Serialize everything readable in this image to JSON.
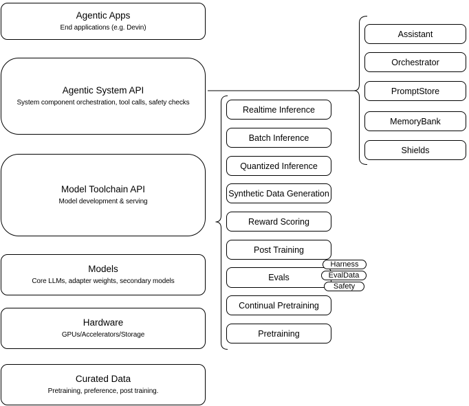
{
  "colors": {
    "stroke": "#000000",
    "node_fill": "#ffffff",
    "text": "#000000",
    "background": "#ffffff"
  },
  "stack": {
    "items": [
      {
        "title": "Agentic Apps",
        "subtitle": "End applications (e.g. Devin)"
      },
      {
        "title": "Agentic System API",
        "subtitle": "System component orchestration, tool calls, safety checks"
      },
      {
        "title": "Model Toolchain API",
        "subtitle": "Model development & serving"
      },
      {
        "title": "Models",
        "subtitle": "Core LLMs, adapter weights, secondary models"
      },
      {
        "title": "Hardware",
        "subtitle": "GPUs/Accelerators/Storage"
      },
      {
        "title": "Curated Data",
        "subtitle": "Pretraining, preference, post training."
      }
    ]
  },
  "toolchain_services": {
    "items": [
      {
        "label": "Realtime Inference"
      },
      {
        "label": "Batch Inference"
      },
      {
        "label": "Quantized Inference"
      },
      {
        "label": "Synthetic Data Generation"
      },
      {
        "label": "Reward Scoring"
      },
      {
        "label": "Post Training"
      },
      {
        "label": "Evals"
      },
      {
        "label": "Continual Pretraining"
      },
      {
        "label": "Pretraining"
      }
    ],
    "evals_tags": [
      {
        "label": "Harness"
      },
      {
        "label": "EvalData"
      },
      {
        "label": "Safety"
      }
    ]
  },
  "system_components": {
    "items": [
      {
        "label": "Assistant"
      },
      {
        "label": "Orchestrator"
      },
      {
        "label": "PromptStore"
      },
      {
        "label": "MemoryBank"
      },
      {
        "label": "Shields"
      }
    ]
  }
}
